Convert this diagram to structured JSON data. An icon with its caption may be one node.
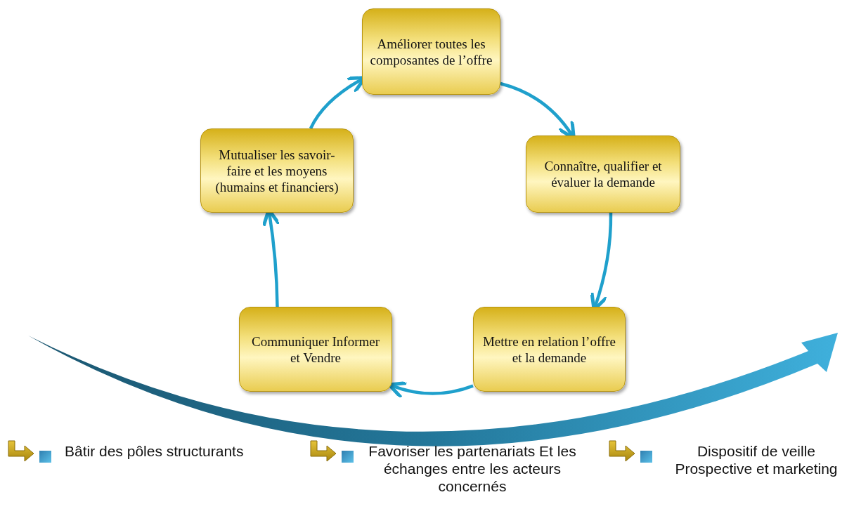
{
  "diagram": {
    "nodes": [
      {
        "text": [
          "Améliorer toutes les composantes de l’offre"
        ]
      },
      {
        "text": [
          "Connaître, qualifier et évaluer la demande"
        ]
      },
      {
        "text": [
          "Mettre en relation l’offre et la demande"
        ]
      },
      {
        "text": [
          "Communiquer Informer et Vendre"
        ]
      },
      {
        "text": [
          "Mutualiser les savoir-faire et les moyens (humains et financiers)"
        ]
      }
    ],
    "edges": [
      {
        "from": 4,
        "to": 0,
        "arrow": "to"
      },
      {
        "from": 0,
        "to": 1,
        "arrow": "to"
      },
      {
        "from": 1,
        "to": 2,
        "arrow": "to"
      },
      {
        "from": 2,
        "to": 3,
        "arrow": "to"
      },
      {
        "from": 3,
        "to": 4,
        "arrow": "to"
      }
    ],
    "labels": [
      "Bâtir des pôles structurants",
      "Favoriser les partenariats Et les échanges entre les acteurs concernés",
      "Dispositif de veille Prospective et marketing"
    ]
  }
}
